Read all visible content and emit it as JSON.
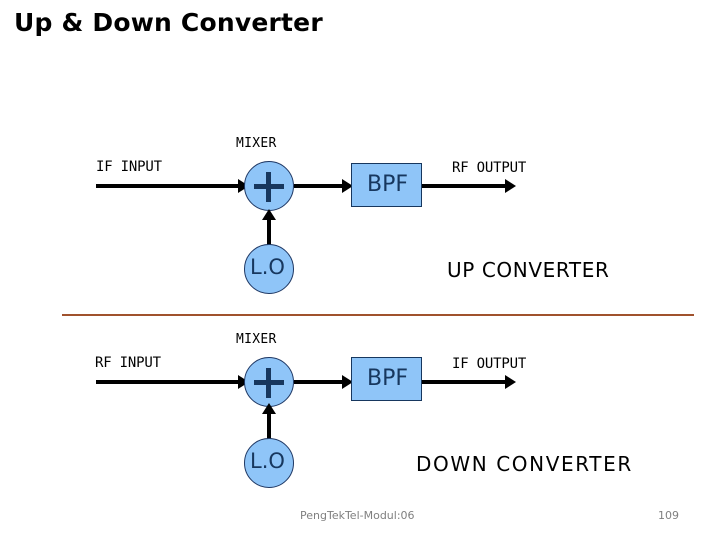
{
  "slide": {
    "title": "Up & Down Converter",
    "divider_color": "#A0522D",
    "block_fill_color": "#8FC5F8",
    "block_border_color": "#17375E"
  },
  "up_converter": {
    "section_label": "UP CONVERTER",
    "mixer_label": "MIXER",
    "input_label": "IF INPUT",
    "output_label": "RF OUTPUT",
    "mixer_symbol": "+",
    "lo_label": "L.O",
    "filter_label": "BPF"
  },
  "down_converter": {
    "section_label": "DOWN  CONVERTER",
    "mixer_label": "MIXER",
    "input_label": "RF INPUT",
    "output_label": "IF OUTPUT",
    "mixer_symbol": "+",
    "lo_label": "L.O",
    "filter_label": "BPF"
  },
  "footer": {
    "source": "PengTekTel-Modul:06",
    "page_number": "109"
  }
}
